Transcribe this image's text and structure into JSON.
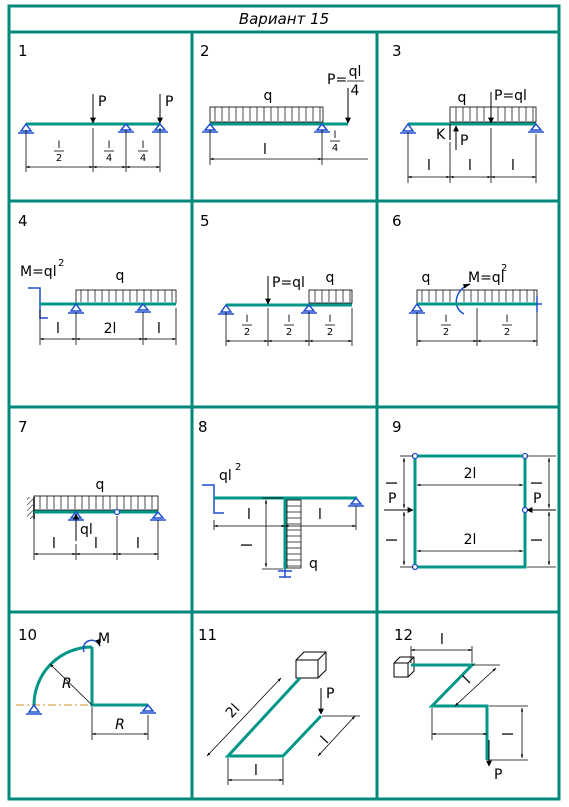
{
  "title": "Вариант 15",
  "colors": {
    "frame": "#00897b",
    "beam": "#009688",
    "support": "#1e4fcf",
    "ink": "#000000",
    "center": "#d4912a"
  },
  "panels": [
    {
      "number": "1",
      "labels": {
        "P1": "P",
        "P2": "P",
        "d1": "l",
        "d1b": "2",
        "d2": "l",
        "d2b": "4",
        "d3": "l",
        "d3b": "4"
      }
    },
    {
      "number": "2",
      "labels": {
        "q": "q",
        "Pa": "P=",
        "Pt": "ql",
        "Pb": "4",
        "dl": "l",
        "ds": "l",
        "dsb": "4"
      }
    },
    {
      "number": "3",
      "labels": {
        "q": "q",
        "Pql": "P=ql",
        "K": "K",
        "P": "P",
        "l1": "l",
        "l2": "l",
        "l3": "l"
      }
    },
    {
      "number": "4",
      "labels": {
        "M": "M=ql",
        "Mexp": "2",
        "q": "q",
        "l1": "l",
        "l2": "2l",
        "l3": "l"
      }
    },
    {
      "number": "5",
      "labels": {
        "P": "P=ql",
        "q": "q",
        "a1": "l",
        "a1b": "2",
        "a2": "l",
        "a2b": "2",
        "a3": "l",
        "a3b": "2"
      }
    },
    {
      "number": "6",
      "labels": {
        "q": "q",
        "M": "M=ql",
        "Mexp": "2",
        "a1": "l",
        "a1b": "2",
        "a2": "l",
        "a2b": "2"
      }
    },
    {
      "number": "7",
      "labels": {
        "q": "q",
        "ql": "ql",
        "l1": "l",
        "l2": "l",
        "l3": "l"
      }
    },
    {
      "number": "8",
      "labels": {
        "M": "ql",
        "Mexp": "2",
        "l1": "l",
        "l2": "l",
        "lv": "l",
        "q": "q"
      }
    },
    {
      "number": "9",
      "labels": {
        "top": "2l",
        "bot": "2l",
        "P1": "P",
        "P2": "P",
        "lt": "l",
        "lb": "l",
        "rt": "l",
        "rb": "l"
      }
    },
    {
      "number": "10",
      "labels": {
        "M": "M",
        "R1": "R",
        "R2": "R"
      }
    },
    {
      "number": "11",
      "labels": {
        "l2": "2l",
        "P": "P",
        "l1": "l",
        "l3": "l"
      }
    },
    {
      "number": "12",
      "labels": {
        "l1": "l",
        "l2": "l",
        "l3": "l",
        "P": "P"
      }
    }
  ]
}
